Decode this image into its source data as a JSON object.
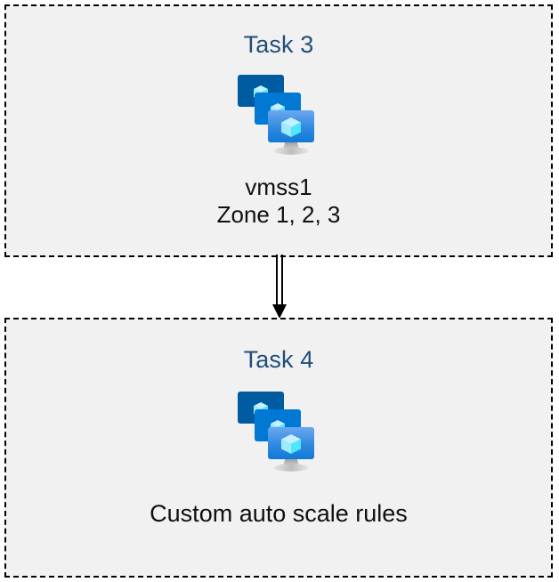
{
  "diagram": {
    "type": "flow",
    "background_color": "#ffffff",
    "box_fill_color": "#f1f1f1",
    "box_border_color": "#000000",
    "box_border_style": "dashed",
    "title_color": "#1f4e79",
    "caption_color": "#101010",
    "connector_color": "#000000",
    "nodes": [
      {
        "id": "task-3",
        "title": "Task 3",
        "icon": "azure-vm-scale-set-icon",
        "caption": "vmss1\nZone 1, 2, 3",
        "caption_lines": [
          "vmss1",
          "Zone 1, 2, 3"
        ]
      },
      {
        "id": "task-4",
        "title": "Task 4",
        "icon": "azure-vm-scale-set-icon",
        "caption": "Custom auto scale rules",
        "caption_lines": [
          "Custom auto scale rules"
        ]
      }
    ],
    "edges": [
      {
        "id": "edge-task3-task4",
        "from": "task-3",
        "to": "task-4",
        "style": "double-line",
        "arrowhead": "filled-triangle",
        "direction": "down",
        "label": ""
      }
    ],
    "icon_palette": {
      "monitor_back": "#005ba1",
      "monitor_middle": "#0078d4",
      "monitor_front_top": "#5ea0ef",
      "monitor_front_bottom": "#1380da",
      "cube_top": "#c3f1ff",
      "cube_left": "#9cebff",
      "cube_right": "#50e6ff",
      "stand": "#b3b3b3"
    }
  }
}
